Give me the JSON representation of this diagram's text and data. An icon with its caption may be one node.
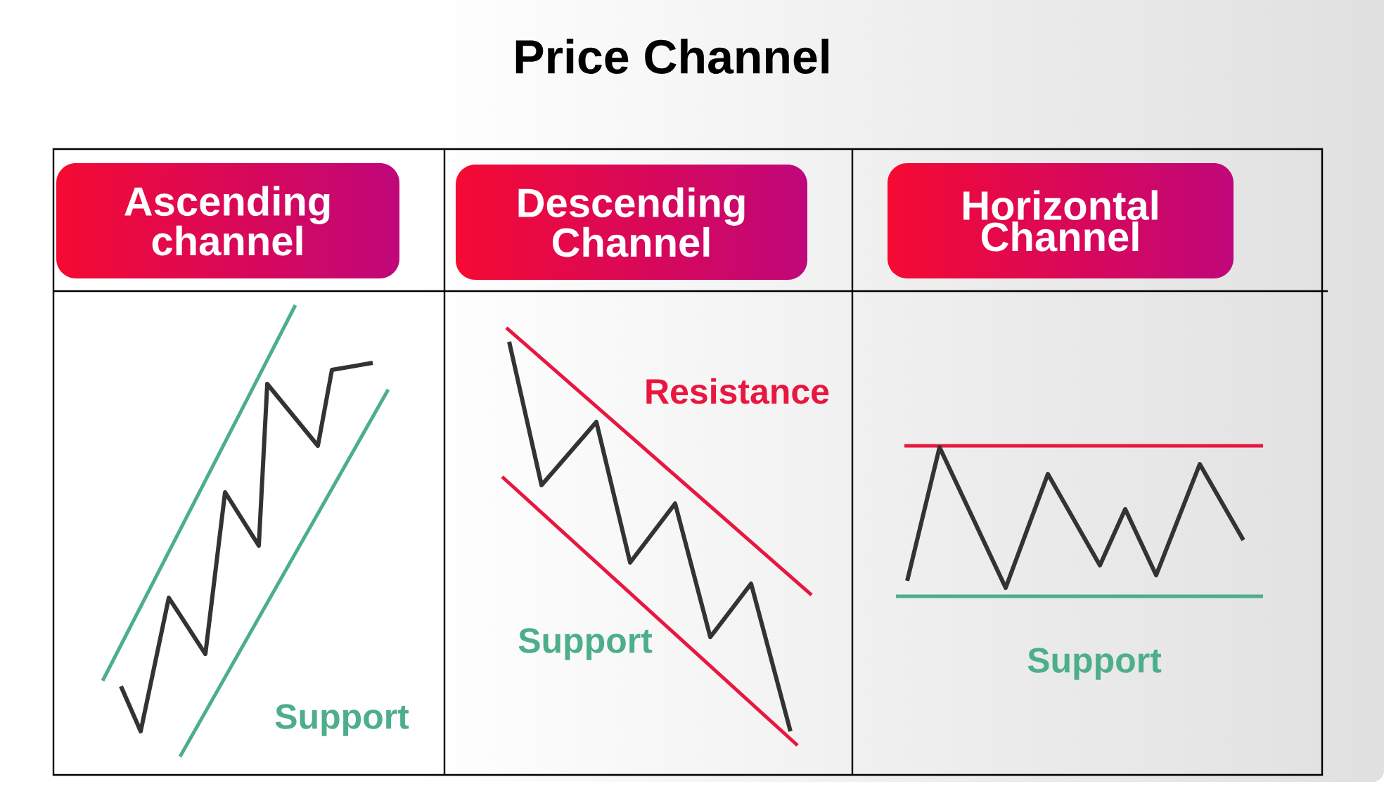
{
  "diagram": {
    "title": "Price Channel",
    "nodes": [
      {
        "text": [
          "Ascending channel"
        ]
      },
      {
        "text": [
          "Descending Channel"
        ]
      },
      {
        "text": [
          "Horizontal Channel"
        ]
      }
    ],
    "labels": [
      "Support",
      "Resistance",
      "Support",
      "Support"
    ]
  }
}
